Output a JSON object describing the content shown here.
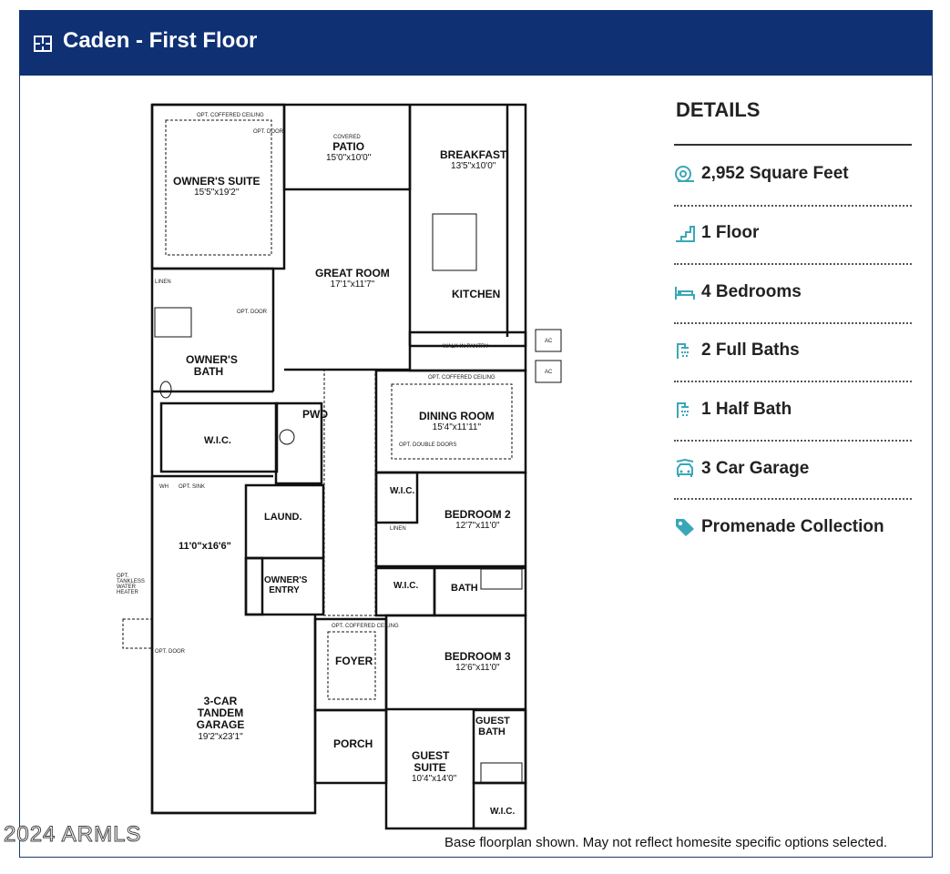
{
  "header": {
    "title": "Caden - First Floor",
    "icon": "floorplan-icon",
    "bg_color": "#0f3174"
  },
  "floorplan": {
    "rooms": {
      "owners_suite": {
        "name": "OWNER'S SUITE",
        "dim": "15'5\"x19'2\""
      },
      "patio": {
        "name": "PATIO",
        "prefix": "COVERED",
        "dim": "15'0\"x10'0\""
      },
      "breakfast": {
        "name": "BREAKFAST",
        "dim": "13'5\"x10'0\""
      },
      "great_room": {
        "name": "GREAT ROOM",
        "dim": "17'1\"x11'7\""
      },
      "kitchen": {
        "name": "KITCHEN"
      },
      "owners_bath": {
        "name": "OWNER'S BATH"
      },
      "pwd": {
        "name": "PWD"
      },
      "wic_main": {
        "name": "W.I.C."
      },
      "dining_room": {
        "name": "DINING ROOM",
        "dim": "15'4\"x11'11\""
      },
      "laundry": {
        "name": "LAUND."
      },
      "bedroom2": {
        "name": "BEDROOM 2",
        "dim": "12'7\"x11'0\""
      },
      "wic_bed2": {
        "name": "W.I.C."
      },
      "garage_flex": {
        "dim": "11'0\"x16'6\""
      },
      "owners_entry": {
        "name": "OWNER'S ENTRY"
      },
      "wic_bath": {
        "name": "W.I.C."
      },
      "bath": {
        "name": "BATH"
      },
      "foyer": {
        "name": "FOYER"
      },
      "bedroom3": {
        "name": "BEDROOM 3",
        "dim": "12'6\"x11'0\""
      },
      "garage": {
        "name": "3-CAR TANDEM GARAGE",
        "dim": "19'2\"x23'1\""
      },
      "guest_bath": {
        "name": "GUEST BATH"
      },
      "porch": {
        "name": "PORCH"
      },
      "guest_suite": {
        "name": "GUEST SUITE",
        "dim": "10'4\"x14'0\""
      },
      "wic_guest": {
        "name": "W.I.C."
      }
    },
    "notes": {
      "opt_coffered_ceiling_1": "OPT. COFFERED CEILING",
      "opt_coffered_ceiling_2": "OPT. COFFERED CEILING",
      "opt_coffered_ceiling_3": "OPT. COFFERED CEILING",
      "opt_door_1": "OPT. DOOR",
      "opt_door_2": "OPT. DOOR",
      "opt_double_doors": "OPT. DOUBLE DOORS",
      "walk_in_pantry": "WALK-IN PANTRY",
      "linen": "LINEN",
      "linen2": "LINEN",
      "ac1": "AC",
      "ac2": "AC",
      "wh": "WH",
      "opt_sink": "OPT. SINK",
      "opt_door_garage": "OPT. DOOR",
      "opt_tankless": "OPT. TANKLESS WATER HEATER"
    }
  },
  "details": {
    "heading": "DETAILS",
    "items": [
      {
        "icon": "square-feet-icon",
        "label": "2,952 Square Feet"
      },
      {
        "icon": "stairs-icon",
        "label": "1 Floor"
      },
      {
        "icon": "bed-icon",
        "label": "4 Bedrooms"
      },
      {
        "icon": "shower-icon",
        "label": "2 Full Baths"
      },
      {
        "icon": "shower-icon",
        "label": "1 Half Bath"
      },
      {
        "icon": "car-icon",
        "label": "3 Car Garage"
      },
      {
        "icon": "tag-icon",
        "label": "Promenade Collection"
      }
    ],
    "icon_color": "#3aa7b8"
  },
  "footnote": "Base floorplan shown. May not reflect homesite specific options selected.",
  "watermark": "2024 ARMLS"
}
